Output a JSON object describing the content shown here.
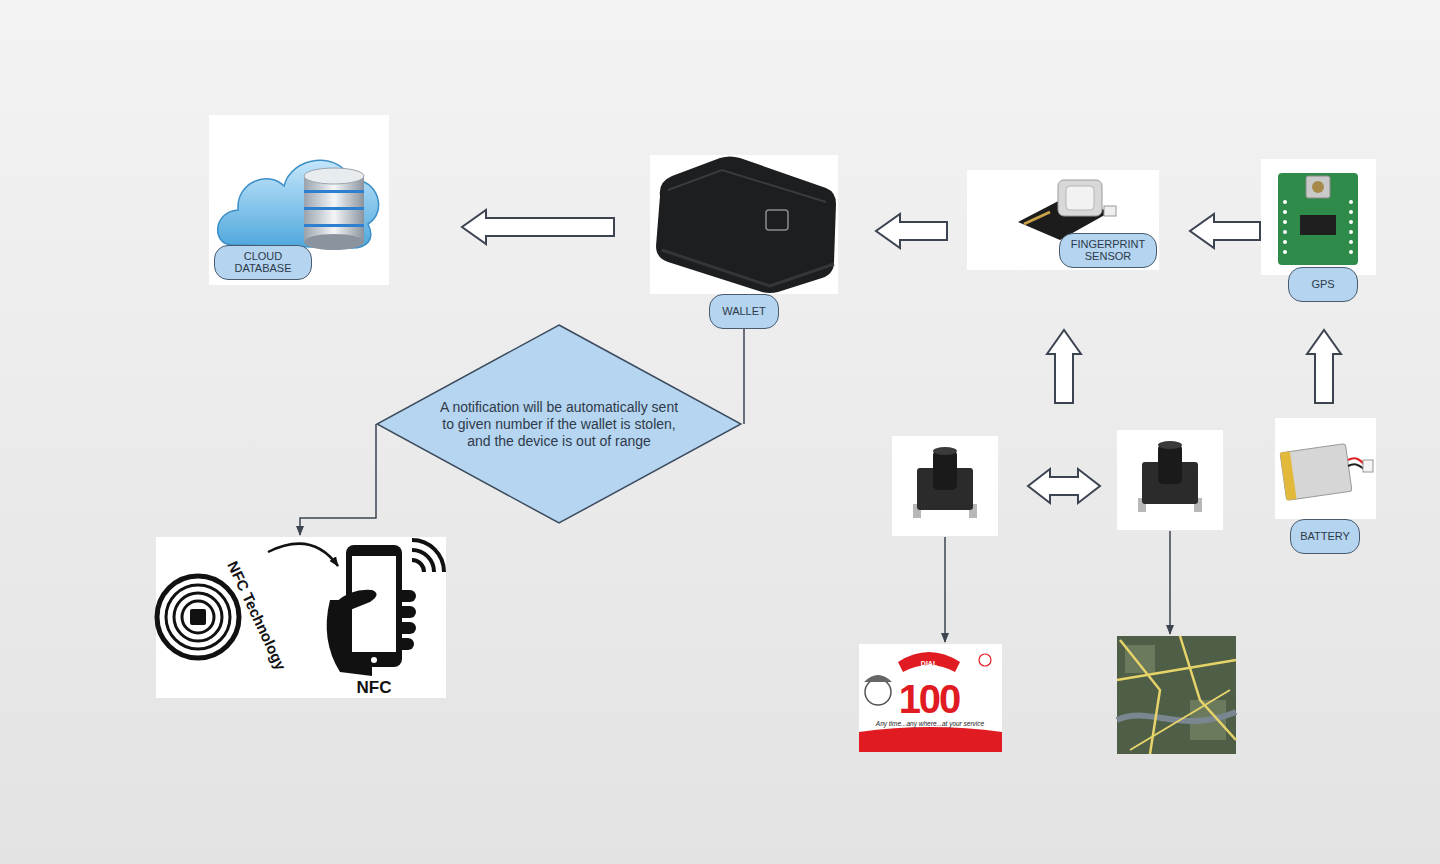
{
  "diagram": {
    "nodes": [
      {
        "text": [
          "CLOUD DATABASE"
        ]
      },
      {
        "text": [
          "WALLET"
        ]
      },
      {
        "text": [
          "FINGERPRINT SENSOR"
        ]
      },
      {
        "text": [
          "GPS"
        ]
      },
      {
        "text": [
          "A notification will be automatically sent to given number if the wallet is stolen, and the device is out of range"
        ]
      },
      {
        "text": [
          "BATTERY"
        ]
      }
    ],
    "edges": [
      {
        "from": 1,
        "to": 0,
        "arrow": "to"
      },
      {
        "from": 2,
        "to": 1,
        "arrow": "to"
      },
      {
        "from": 3,
        "to": 2,
        "arrow": "to"
      },
      {
        "from": 5,
        "to": 3,
        "arrow": "to"
      },
      {
        "from": 1,
        "to": 4,
        "arrow": "none"
      }
    ],
    "labels": [
      "NFC Technology",
      "NFC",
      "DIAL",
      "100",
      "Any time...any where...at your service"
    ]
  }
}
